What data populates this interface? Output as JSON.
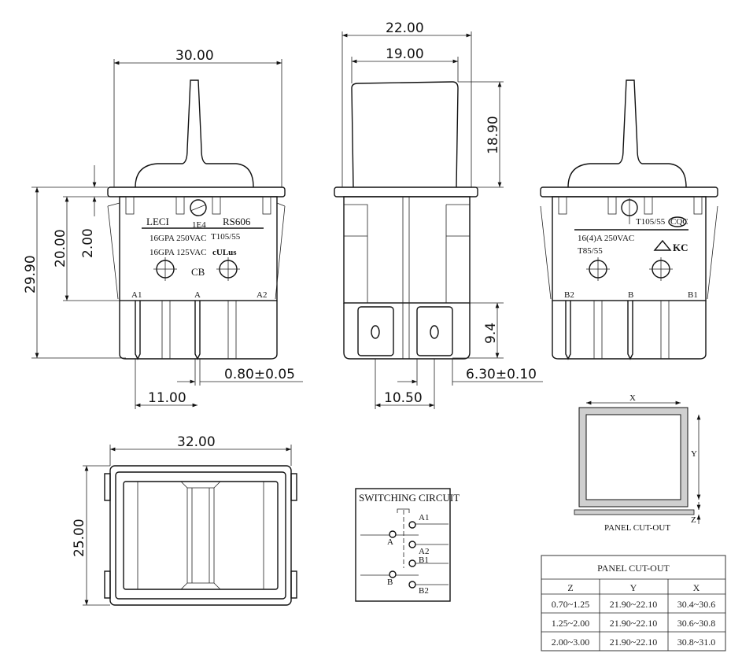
{
  "front_view": {
    "dim_width": "30.00",
    "dim_total_height": "29.90",
    "dim_body_height": "20.00",
    "dim_flange": "2.00",
    "dim_pin": "0.80±0.05",
    "dim_pin_spacing": "11.00",
    "brand": "LECI",
    "model": "RS606",
    "code": "1E4",
    "rating_1": "16GPA  250VAC",
    "rating_2": "16GPA  125VAC",
    "temp": "T105/55",
    "cert": "CB",
    "cert_ul": "cULus",
    "terminals": [
      "A1",
      "A",
      "A2"
    ]
  },
  "side_view": {
    "dim_outer": "22.00",
    "dim_cap": "19.00",
    "dim_cap_height": "18.90",
    "dim_terminal_height": "9.4",
    "dim_terminal_width": "6.30±0.10",
    "dim_terminal_spacing": "10.50"
  },
  "back_view": {
    "temp": "T105/55",
    "cert_cqc": "CQC",
    "rating": "16(4)A  250VAC",
    "temp2": "T85/55",
    "cert_kc": "KC",
    "terminals": [
      "B2",
      "B",
      "B1"
    ]
  },
  "bottom_view": {
    "dim_width": "32.00",
    "dim_height": "25.00"
  },
  "switching_circuit": {
    "title": "SWITCHING CIRCUIT",
    "labels": [
      "A1",
      "A",
      "A2",
      "B1",
      "B",
      "B2"
    ]
  },
  "panel_drawing": {
    "x": "X",
    "y": "Y",
    "z": "Z",
    "caption": "PANEL CUT-OUT"
  },
  "panel_table": {
    "title": "PANEL CUT-OUT",
    "headers": [
      "Z",
      "Y",
      "X"
    ],
    "rows": [
      [
        "0.70~1.25",
        "21.90~22.10",
        "30.4~30.6"
      ],
      [
        "1.25~2.00",
        "21.90~22.10",
        "30.6~30.8"
      ],
      [
        "2.00~3.00",
        "21.90~22.10",
        "30.8~31.0"
      ]
    ]
  }
}
